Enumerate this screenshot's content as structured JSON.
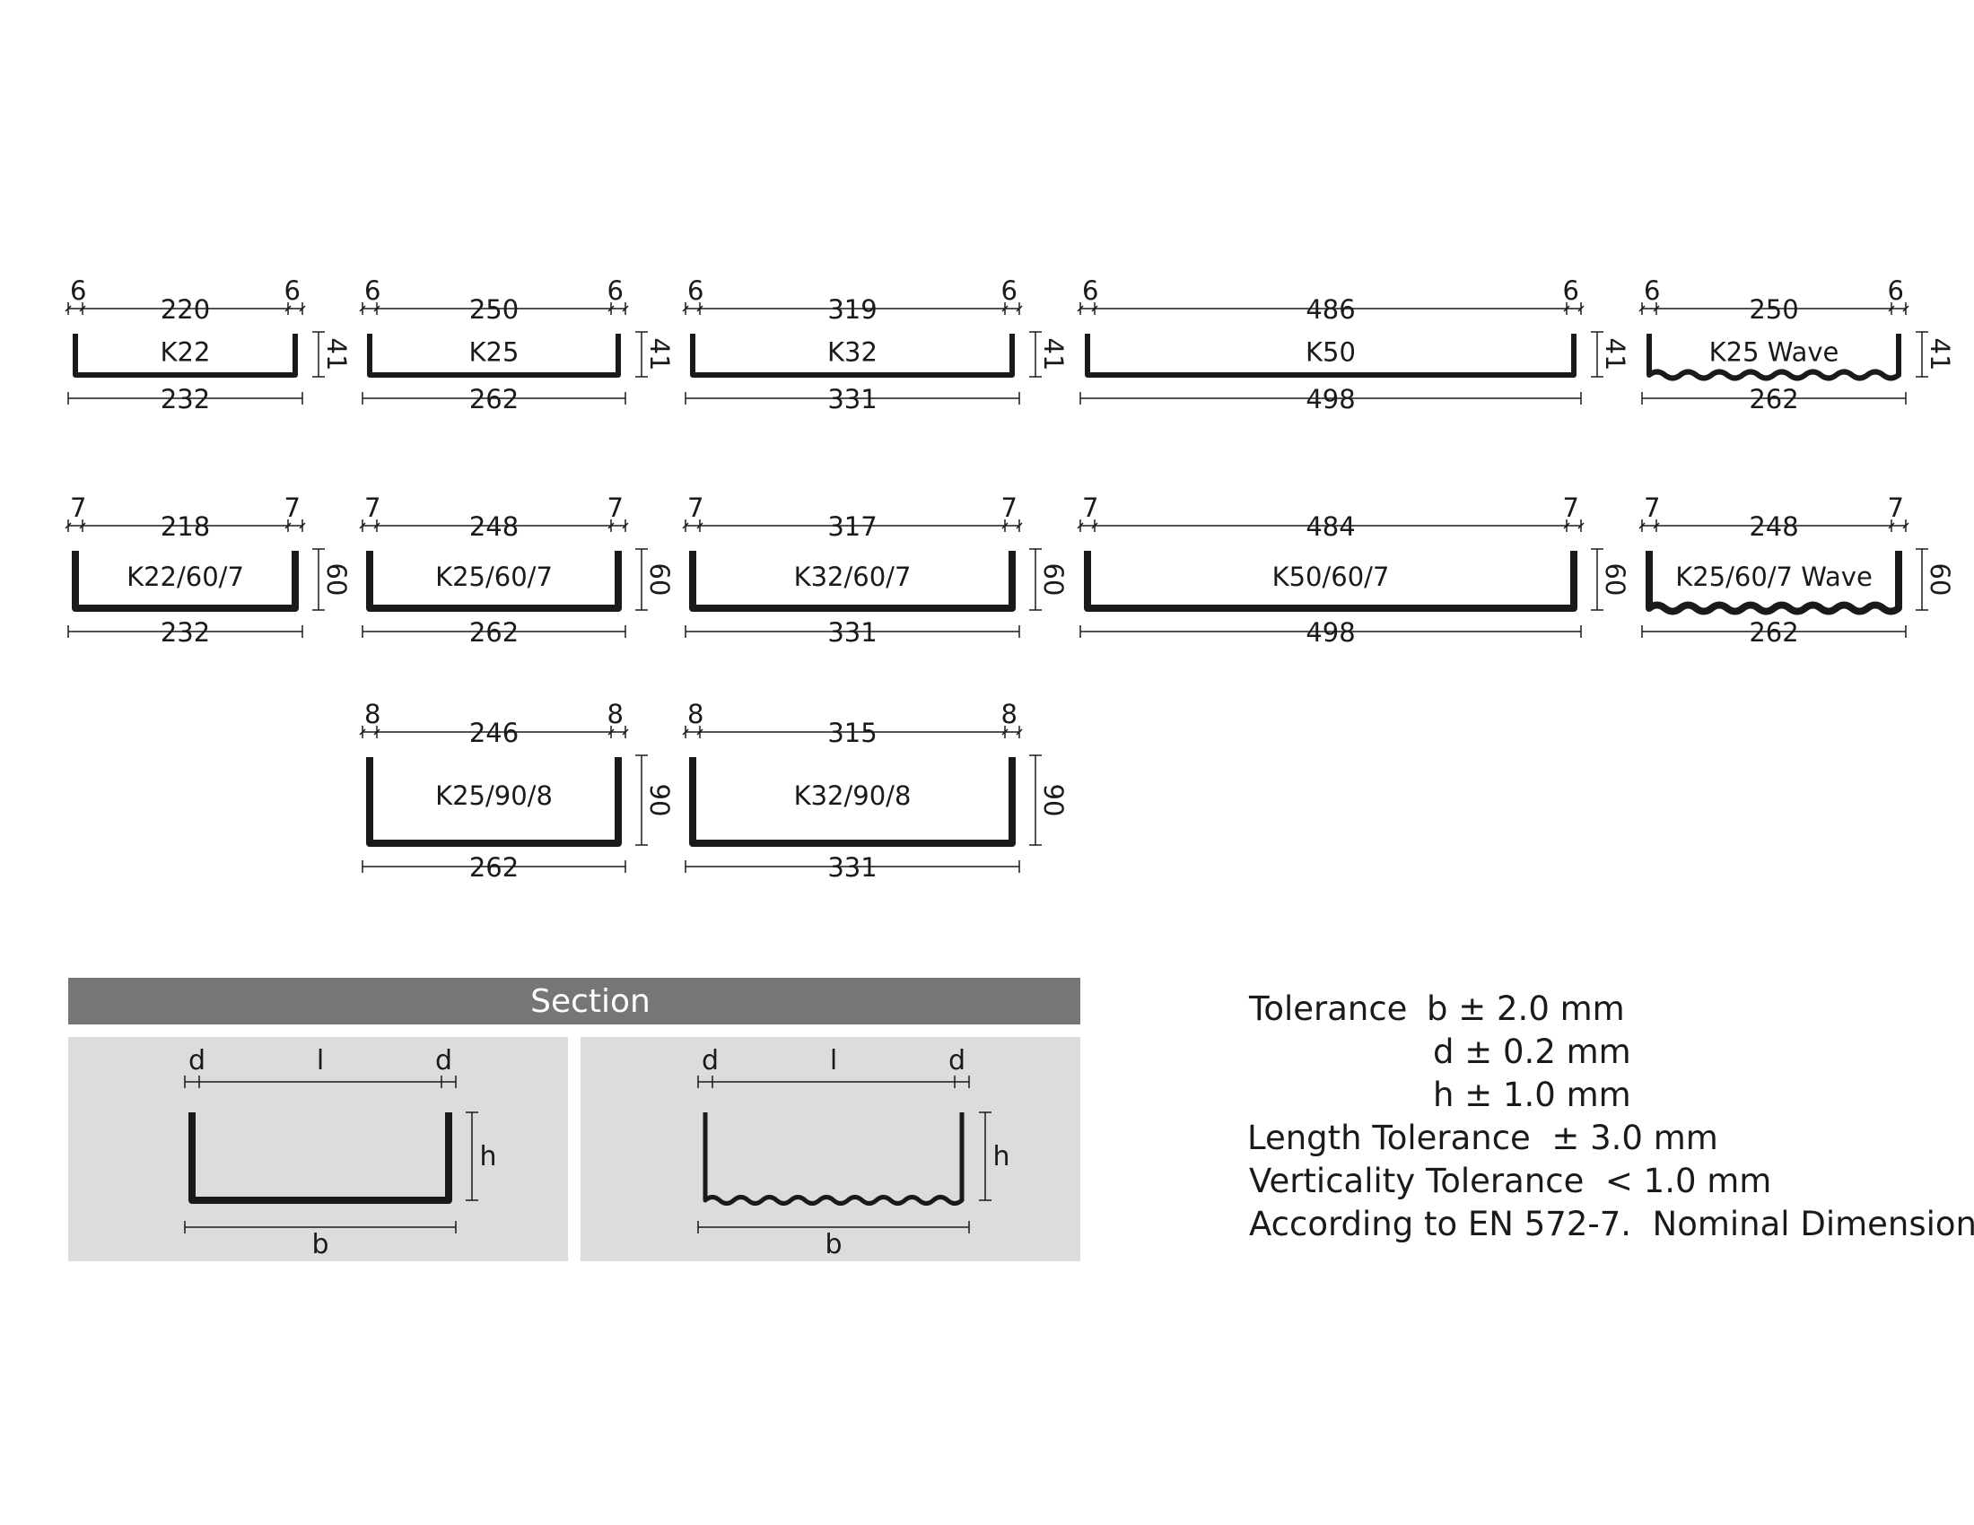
{
  "profiles": [
    {
      "name": "K22",
      "left_d": "6",
      "l": "220",
      "right_d": "6",
      "h": "41",
      "b": "232",
      "wave": false
    },
    {
      "name": "K25",
      "left_d": "6",
      "l": "250",
      "right_d": "6",
      "h": "41",
      "b": "262",
      "wave": false
    },
    {
      "name": "K32",
      "left_d": "6",
      "l": "319",
      "right_d": "6",
      "h": "41",
      "b": "331",
      "wave": false
    },
    {
      "name": "K50",
      "left_d": "6",
      "l": "486",
      "right_d": "6",
      "h": "41",
      "b": "498",
      "wave": false
    },
    {
      "name": "K25 Wave",
      "left_d": "6",
      "l": "250",
      "right_d": "6",
      "h": "41",
      "b": "262",
      "wave": true
    },
    {
      "name": "K22/60/7",
      "left_d": "7",
      "l": "218",
      "right_d": "7",
      "h": "60",
      "b": "232",
      "wave": false
    },
    {
      "name": "K25/60/7",
      "left_d": "7",
      "l": "248",
      "right_d": "7",
      "h": "60",
      "b": "262",
      "wave": false
    },
    {
      "name": "K32/60/7",
      "left_d": "7",
      "l": "317",
      "right_d": "7",
      "h": "60",
      "b": "331",
      "wave": false
    },
    {
      "name": "K50/60/7",
      "left_d": "7",
      "l": "484",
      "right_d": "7",
      "h": "60",
      "b": "498",
      "wave": false
    },
    {
      "name": "K25/60/7 Wave",
      "left_d": "7",
      "l": "248",
      "right_d": "7",
      "h": "60",
      "b": "262",
      "wave": true
    },
    {
      "name": "K25/90/8",
      "left_d": "8",
      "l": "246",
      "right_d": "8",
      "h": "90",
      "b": "262",
      "wave": false
    },
    {
      "name": "K32/90/8",
      "left_d": "8",
      "l": "315",
      "right_d": "8",
      "h": "90",
      "b": "331",
      "wave": false
    }
  ],
  "section": {
    "title": "Section",
    "diagrams": [
      {
        "left_d": "d",
        "l": "l",
        "right_d": "d",
        "h": "h",
        "b": "b",
        "wave": false
      },
      {
        "left_d": "d",
        "l": "l",
        "right_d": "d",
        "h": "h",
        "b": "b",
        "wave": true
      }
    ]
  },
  "tolerances": {
    "label": "Tolerance",
    "b": "b ± 2.0 mm",
    "d": "d ± 0.2 mm",
    "h": "h ± 1.0 mm",
    "length": "Length Tolerance  ± 3.0 mm",
    "verticality": "Verticality Tolerance  < 1.0 mm",
    "standard": "According to EN 572-7.  Nominal Dimension"
  },
  "colors": {
    "stroke": "#1a1a1a",
    "section_header": "#767676",
    "section_panel": "#dcdcdc"
  }
}
